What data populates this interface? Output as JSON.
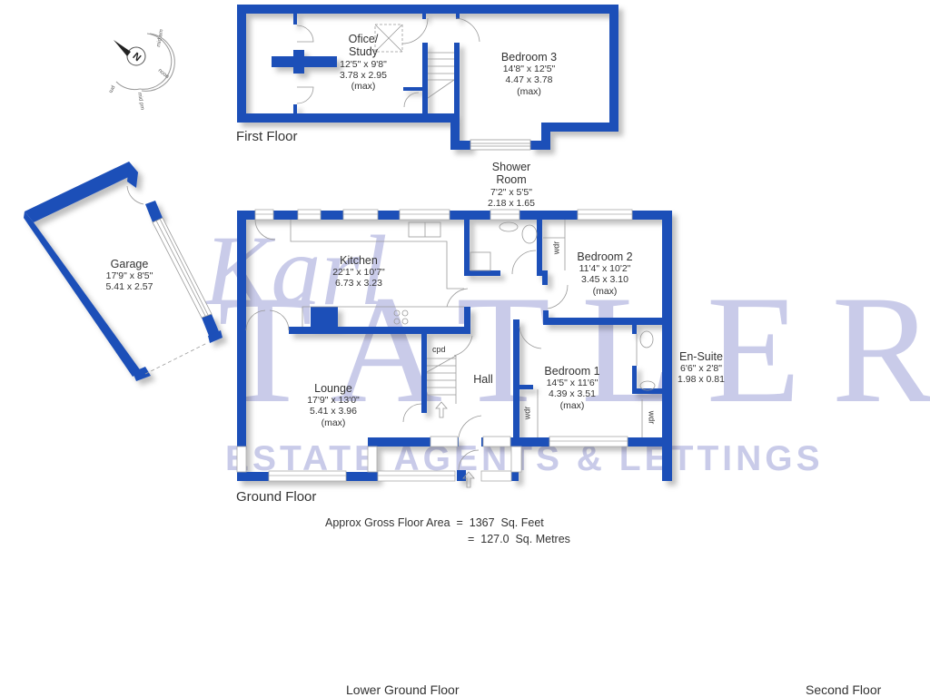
{
  "colors": {
    "wall": "#1f4fb8",
    "watermark": "#c9cbe9",
    "text": "#333333"
  },
  "watermark": {
    "script": "Karl",
    "letters": "TATLER",
    "tagline": "ESTATE AGENTS & LETTINGS"
  },
  "compass": {
    "icon": "compass-rose-icon",
    "labels": [
      "am",
      "mid am",
      "noon",
      "mid pm",
      "pm"
    ]
  },
  "floors": {
    "first": {
      "label": "First Floor",
      "rooms": [
        {
          "name": "Ofice/",
          "name2": "Study",
          "imperial": "12'5\" x  9'8\"",
          "metric": "3.78  x  2.95",
          "note": "(max)"
        },
        {
          "name": "Bedroom 3",
          "imperial": "14'8\" x 12'5\"",
          "metric": "4.47  x  3.78",
          "note": "(max)"
        }
      ]
    },
    "ground": {
      "label": "Ground Floor",
      "rooms": [
        {
          "name": "Garage",
          "imperial": "17'9\" x  8'5\"",
          "metric": "5.41  x  2.57"
        },
        {
          "name": "Kitchen",
          "imperial": "22'1\" x 10'7\"",
          "metric": "6.73  x  3.23"
        },
        {
          "name": "Shower",
          "name2": "Room",
          "imperial": "7'2\"  x  5'5\"",
          "metric": "2.18  x  1.65"
        },
        {
          "name": "Bedroom 2",
          "imperial": "11'4\" x 10'2\"",
          "metric": "3.45  x  3.10",
          "note": "(max)"
        },
        {
          "name": "Lounge",
          "imperial": "17'9\" x 13'0\"",
          "metric": "5.41  x  3.96",
          "note": "(max)"
        },
        {
          "name": "Hall"
        },
        {
          "name": "Bedroom 1",
          "imperial": "14'5\" x 11'6\"",
          "metric": "4.39  x  3.51",
          "note": "(max)"
        },
        {
          "name": "En-Suite",
          "imperial": "6'6\"  x  2'8\"",
          "metric": "1.98  x  0.81"
        }
      ],
      "annotations": {
        "cupboard": "cpd",
        "wardrobe": "wdr"
      }
    },
    "lower_ground": {
      "label": "Lower Ground Floor"
    },
    "second": {
      "label": "Second Floor"
    }
  },
  "area": {
    "line1": "Approx Gross Floor Area  =  1367  Sq. Feet",
    "line2": "=  127.0  Sq. Metres"
  }
}
